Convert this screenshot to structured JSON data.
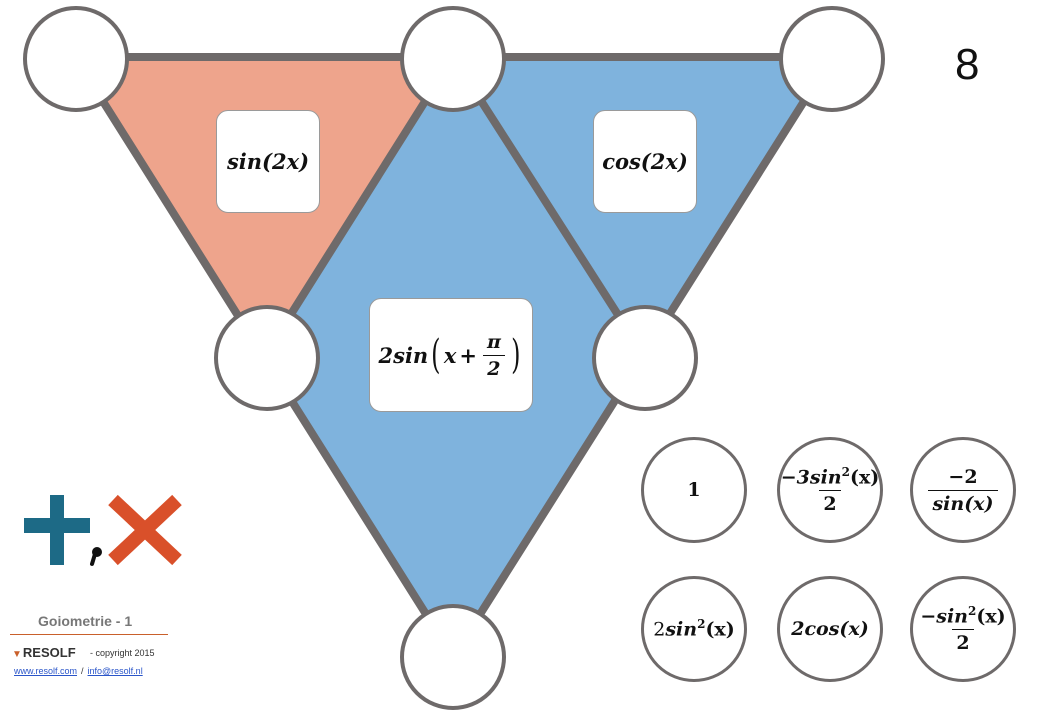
{
  "page_number": "8",
  "cards": {
    "left": "sin(2x)",
    "right": "cos(2x)",
    "center": {
      "prefix": "2sin",
      "var": "x",
      "plus": "+",
      "num": "π",
      "den": "2"
    }
  },
  "tiles": [
    {
      "text": "1"
    },
    {
      "num": "−3sin",
      "exp": "2",
      "arg": "(x)",
      "den": "2"
    },
    {
      "num": "−2",
      "den": "sin(x)"
    },
    {
      "lead": "2",
      "text": "sin",
      "exp": "2",
      "arg": "(x)"
    },
    {
      "text": "2cos(x)"
    },
    {
      "num": "−sin",
      "exp": "2",
      "arg": "(x)",
      "den": "2"
    }
  ],
  "footer": {
    "title": "Goiometrie - 1",
    "brand": "RESOLF",
    "copyright": "-  copyright 2015",
    "website": "www.resolf.com",
    "separator": "/",
    "email": "info@resolf.nl"
  },
  "colors": {
    "salmon": "#eea48c",
    "blue": "#7fb3dd",
    "stroke": "#6e6a6a",
    "plus": "#1d6a86",
    "times": "#d9502a"
  }
}
